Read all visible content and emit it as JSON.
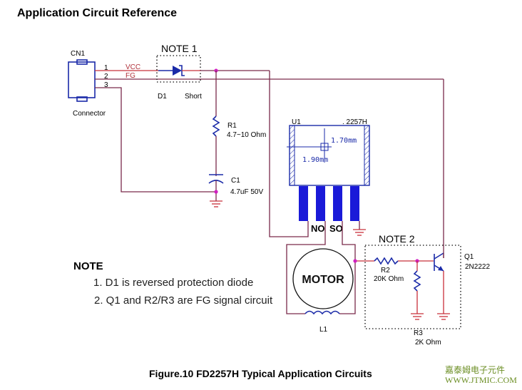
{
  "title": "Application Circuit Reference",
  "connector": {
    "ref": "CN1",
    "label": "Connector",
    "pins": [
      "1",
      "2",
      "3"
    ],
    "nets": [
      "VCC",
      "FG"
    ]
  },
  "note1": {
    "label": "NOTE 1",
    "diode_ref": "D1",
    "alt_label": "Short"
  },
  "r1": {
    "ref": "R1",
    "value": "4.7~10 Ohm"
  },
  "c1": {
    "ref": "C1",
    "value": "4.7uF 50V"
  },
  "u1": {
    "ref": "U1",
    "part": ". 2257H",
    "dim_x": "1.70mm",
    "dim_y": "1.90mm",
    "pin_labels": [
      "NO",
      "SO"
    ]
  },
  "motor": {
    "label": "MOTOR",
    "coil_ref": "L1"
  },
  "note2": {
    "label": "NOTE 2"
  },
  "r2": {
    "ref": "R2",
    "value": "20K Ohm"
  },
  "r3": {
    "ref": "R3",
    "value": "2K Ohm"
  },
  "q1": {
    "ref": "Q1",
    "part": "2N2222"
  },
  "notes": {
    "heading": "NOTE",
    "items": [
      "1. D1 is reversed protection diode",
      "2. Q1 and R2/R3 are FG signal circuit"
    ]
  },
  "caption": "Figure.10 FD2257H Typical Application Circuits",
  "watermark": {
    "line1": "嘉泰姆电子元件",
    "line2": "WWW.JTMIC.COM"
  },
  "colors": {
    "wire": "#7a2a4a",
    "component": "#1a2aa8",
    "junction": "#d020c0",
    "watermark": "#6b8e23"
  }
}
